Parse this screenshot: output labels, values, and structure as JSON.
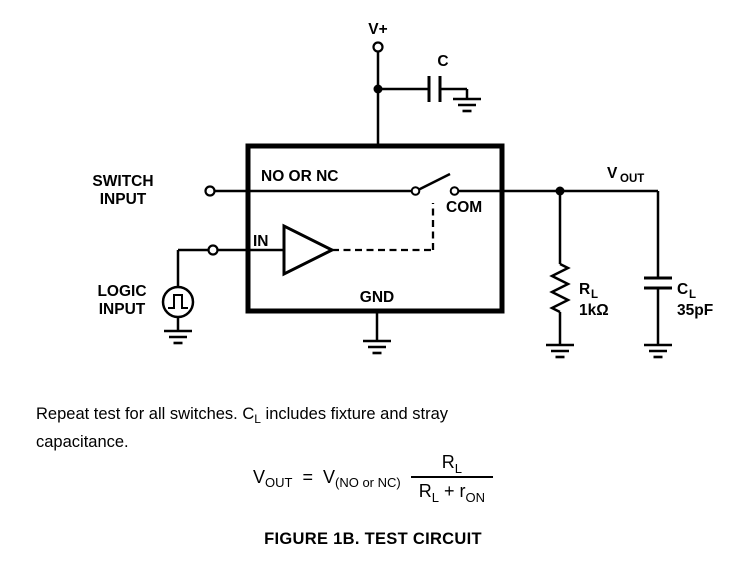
{
  "colors": {
    "ink": "#000000",
    "background": "#ffffff"
  },
  "circuit": {
    "supply_label": "V+",
    "bypass_cap_label": "C",
    "switch_input_label_line1": "SWITCH",
    "switch_input_label_line2": "INPUT",
    "logic_input_label_line1": "LOGIC",
    "logic_input_label_line2": "INPUT",
    "ic_pin_no_nc": "NO OR NC",
    "ic_pin_com": "COM",
    "ic_pin_in": "IN",
    "ic_pin_gnd": "GND",
    "vout_main": "V",
    "vout_sub": "OUT",
    "rl_main": "R",
    "rl_sub": "L",
    "rl_value": "1kΩ",
    "cl_main": "C",
    "cl_sub": "L",
    "cl_value": "35pF"
  },
  "note": {
    "line1_before": "Repeat test for all switches. C",
    "line1_sub": "L",
    "line1_after": " includes fixture and stray",
    "line2": "capacitance."
  },
  "formula": {
    "lhs_main": "V",
    "lhs_sub": "OUT",
    "equals": "=",
    "rhs_main": "V",
    "rhs_sub": "(NO or NC)",
    "numerator_main": "R",
    "numerator_sub": "L",
    "denominator_r_main": "R",
    "denominator_r_sub": "L",
    "denominator_plus": "+",
    "denominator_ron_main": "r",
    "denominator_ron_sub": "ON"
  },
  "caption": "FIGURE 1B. TEST CIRCUIT"
}
